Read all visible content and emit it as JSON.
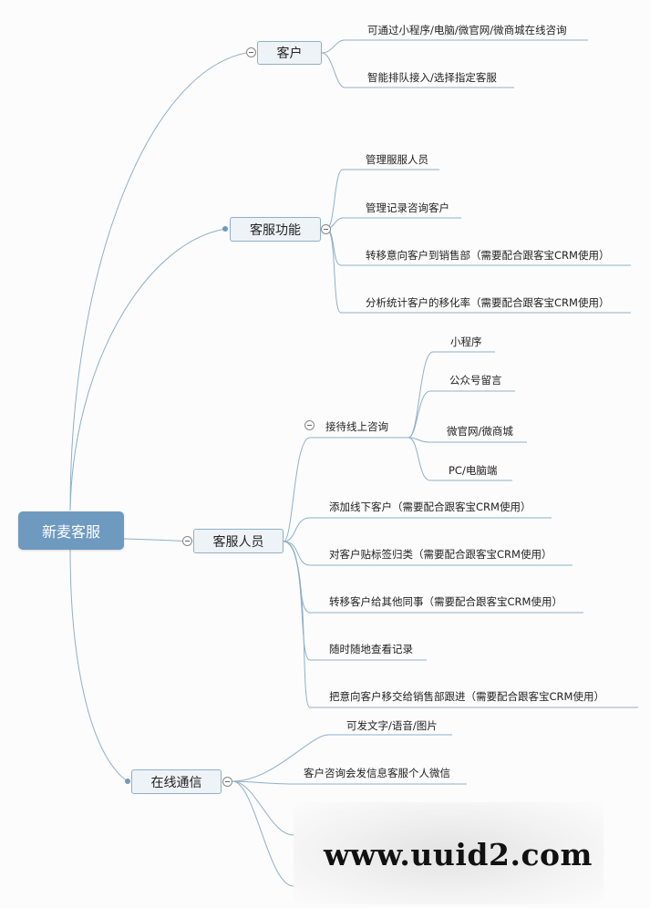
{
  "root": {
    "label": "新麦客服"
  },
  "branches": {
    "customer": {
      "label": "客户",
      "items": [
        "可通过小程序/电脑/微官网/微商城在线咨询",
        "智能排队接入/选择指定客服"
      ]
    },
    "service": {
      "label": "客服功能",
      "items": [
        "管理服服人员",
        "管理记录咨询客户",
        "转移意向客户到销售部（需要配合跟客宝CRM使用）",
        "分析统计客户的移化率（需要配合跟客宝CRM使用）"
      ]
    },
    "staff": {
      "label": "客服人员",
      "online": {
        "label": "接待线上咨询",
        "items": [
          "小程序",
          "公众号留言",
          "微官网/微商城",
          "PC/电脑端"
        ]
      },
      "items": [
        "添加线下客户（需要配合跟客宝CRM使用）",
        "对客户贴标签归类（需要配合跟客宝CRM使用）",
        "转移客户给其他同事（需要配合跟客宝CRM使用）",
        "随时随地查看记录",
        "把意向客户移交给销售部跟进（需要配合跟客宝CRM使用）"
      ]
    },
    "comm": {
      "label": "在线通信",
      "items": [
        "可发文字/语音/图片",
        "客户咨询会发信息客服个人微信"
      ]
    }
  },
  "watermark": "www.uuid2.com",
  "colors": {
    "line": "#8fb0c8",
    "root": "#6f9ac0",
    "node_fill": "#eef3f7"
  }
}
